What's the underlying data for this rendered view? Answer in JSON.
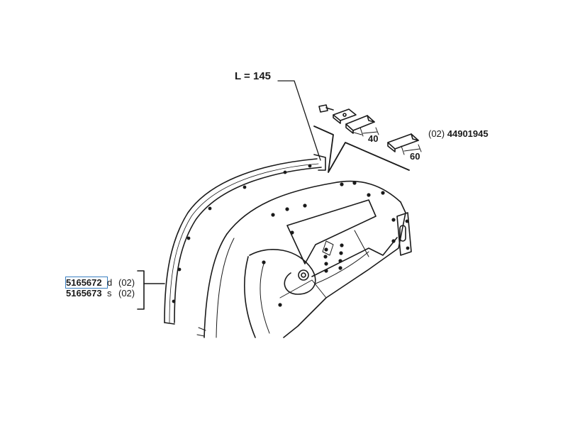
{
  "labels": {
    "length": "L = 145",
    "dim_small": "40",
    "dim_large": "60",
    "ref_qty": "(02)",
    "ref_code": "44901945"
  },
  "parts": [
    {
      "number": "5165672",
      "side": "d",
      "qty": "(02)",
      "highlighted": true
    },
    {
      "number": "5165673",
      "side": "s",
      "qty": "(02)",
      "highlighted": false
    }
  ],
  "colors": {
    "line": "#1a1a1a",
    "highlight": "#3a7fc1"
  }
}
